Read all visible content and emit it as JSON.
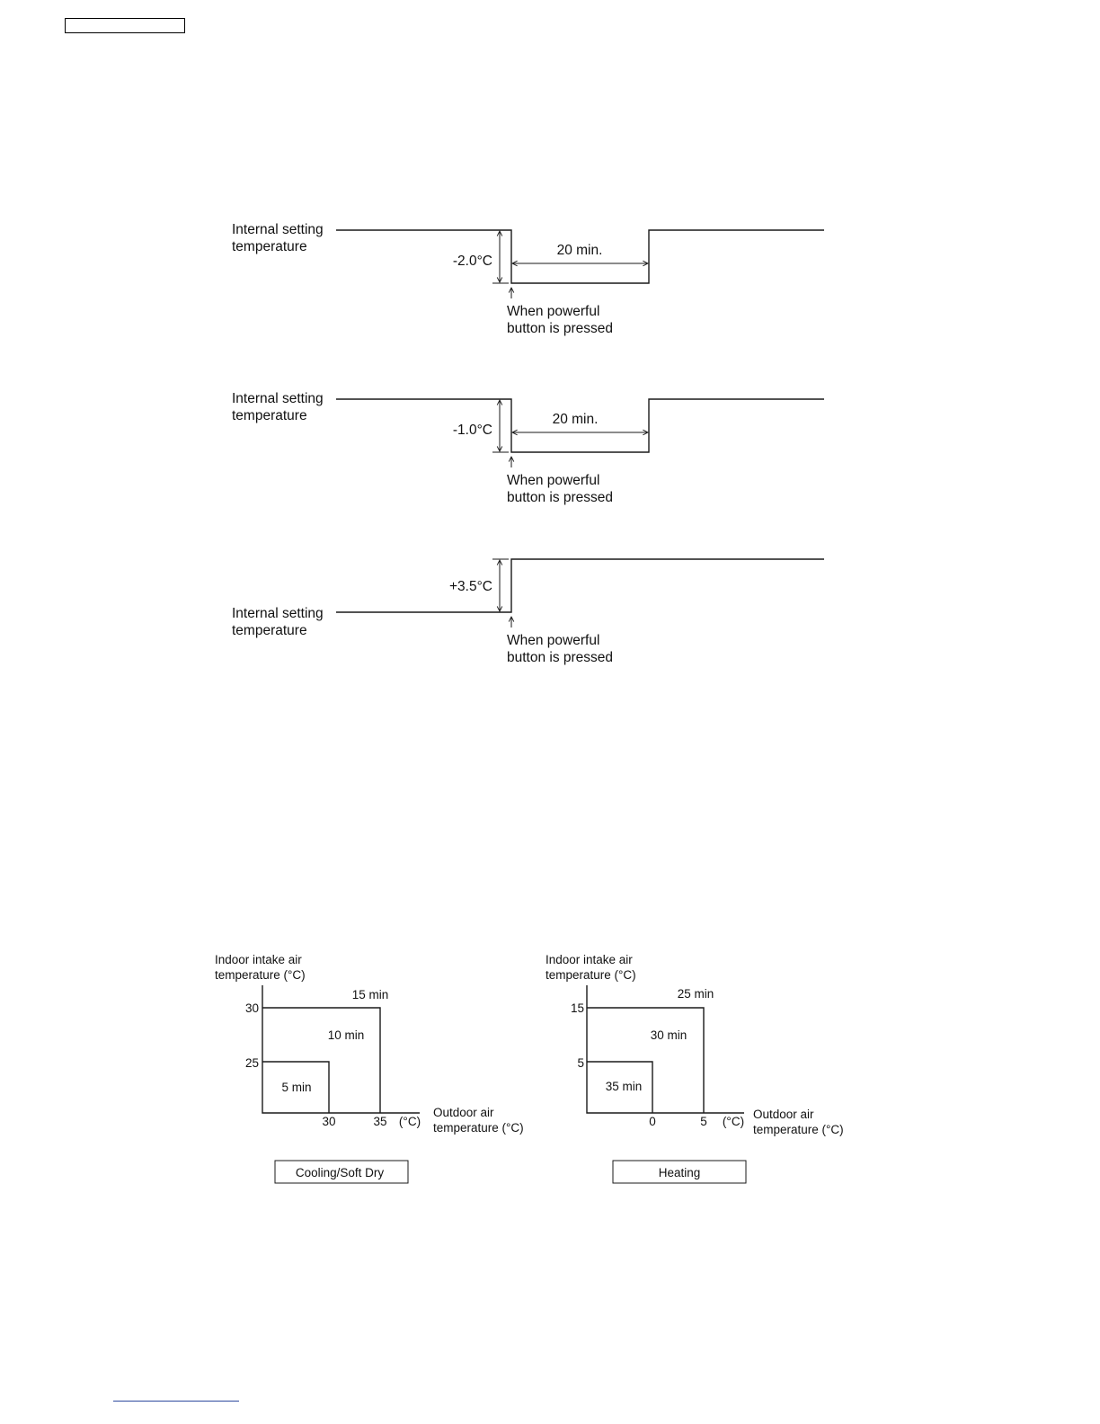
{
  "timing_diagrams": [
    {
      "label_lines": [
        "Internal setting",
        "temperature"
      ],
      "delta_label": "-2.0°C",
      "duration_label": "20 min.",
      "event_lines": [
        "When powerful",
        "button is pressed"
      ]
    },
    {
      "label_lines": [
        "Internal setting",
        "temperature"
      ],
      "delta_label": "-1.0°C",
      "duration_label": "20 min.",
      "event_lines": [
        "When powerful",
        "button is pressed"
      ]
    },
    {
      "label_lines": [
        "Internal setting",
        "temperature"
      ],
      "delta_label": "+3.5°C",
      "event_lines": [
        "When powerful",
        "button is pressed"
      ]
    }
  ],
  "region_charts": [
    {
      "mode_label": "Cooling/Soft Dry",
      "y_axis_lines": [
        "Indoor intake air",
        "temperature (°C)"
      ],
      "x_axis_lines": [
        "Outdoor air",
        "temperature (°C)"
      ],
      "x_unit": "(°C)",
      "y_ticks": [
        "30",
        "25"
      ],
      "x_ticks": [
        "30",
        "35"
      ],
      "region_labels": [
        "15 min",
        "10 min",
        "5 min"
      ]
    },
    {
      "mode_label": "Heating",
      "y_axis_lines": [
        "Indoor intake air",
        "temperature (°C)"
      ],
      "x_axis_lines": [
        "Outdoor air",
        "temperature (°C)"
      ],
      "x_unit": "(°C)",
      "y_ticks": [
        "15",
        "5"
      ],
      "x_ticks": [
        "0",
        "5"
      ],
      "region_labels": [
        "25 min",
        "30 min",
        "35 min"
      ]
    }
  ]
}
